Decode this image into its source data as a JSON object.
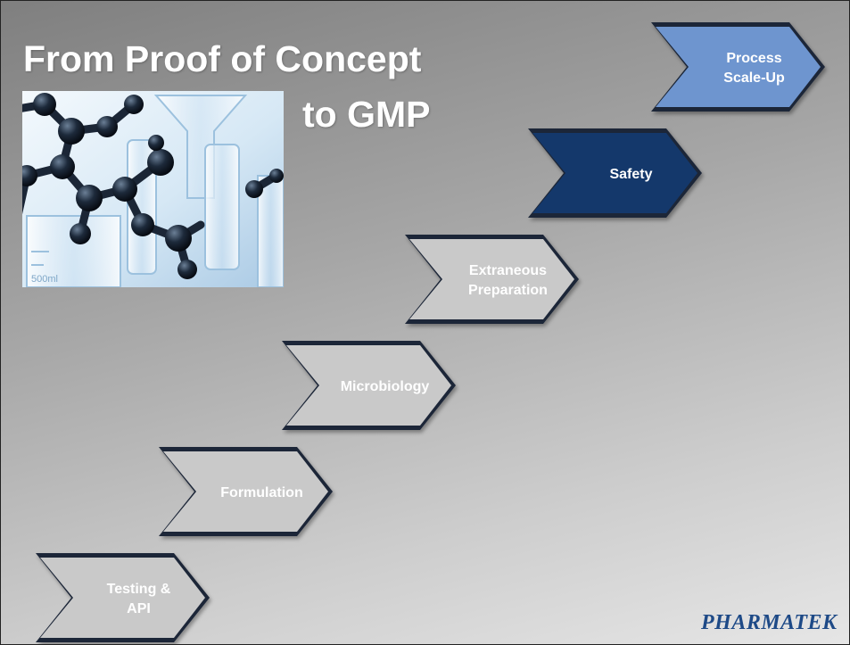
{
  "title": {
    "line1": "From Proof of Concept",
    "line2": "to GMP"
  },
  "photo": {
    "icon": "chemistry-molecule-lab-glassware",
    "beaker_label": "500ml"
  },
  "steps": [
    {
      "lines": [
        "Testing &",
        "API"
      ],
      "style": "gray"
    },
    {
      "lines": [
        "Formulation"
      ],
      "style": "gray"
    },
    {
      "lines": [
        "Microbiology"
      ],
      "style": "gray"
    },
    {
      "lines": [
        "Extraneous",
        "Preparation"
      ],
      "style": "gray"
    },
    {
      "lines": [
        "Safety"
      ],
      "style": "dark"
    },
    {
      "lines": [
        "Process",
        "Scale-Up"
      ],
      "style": "light"
    }
  ],
  "logo": {
    "text": "PHARMATEK"
  },
  "colors": {
    "gray_chevron": "#c9c9c9",
    "dark_chevron": "#14386b",
    "light_chevron": "#6e95cf",
    "gray_chevron_text": "#ffffff",
    "dark_chevron_text": "#ffffff",
    "light_chevron_text": "#ffffff",
    "logo": "#1e4a87"
  }
}
